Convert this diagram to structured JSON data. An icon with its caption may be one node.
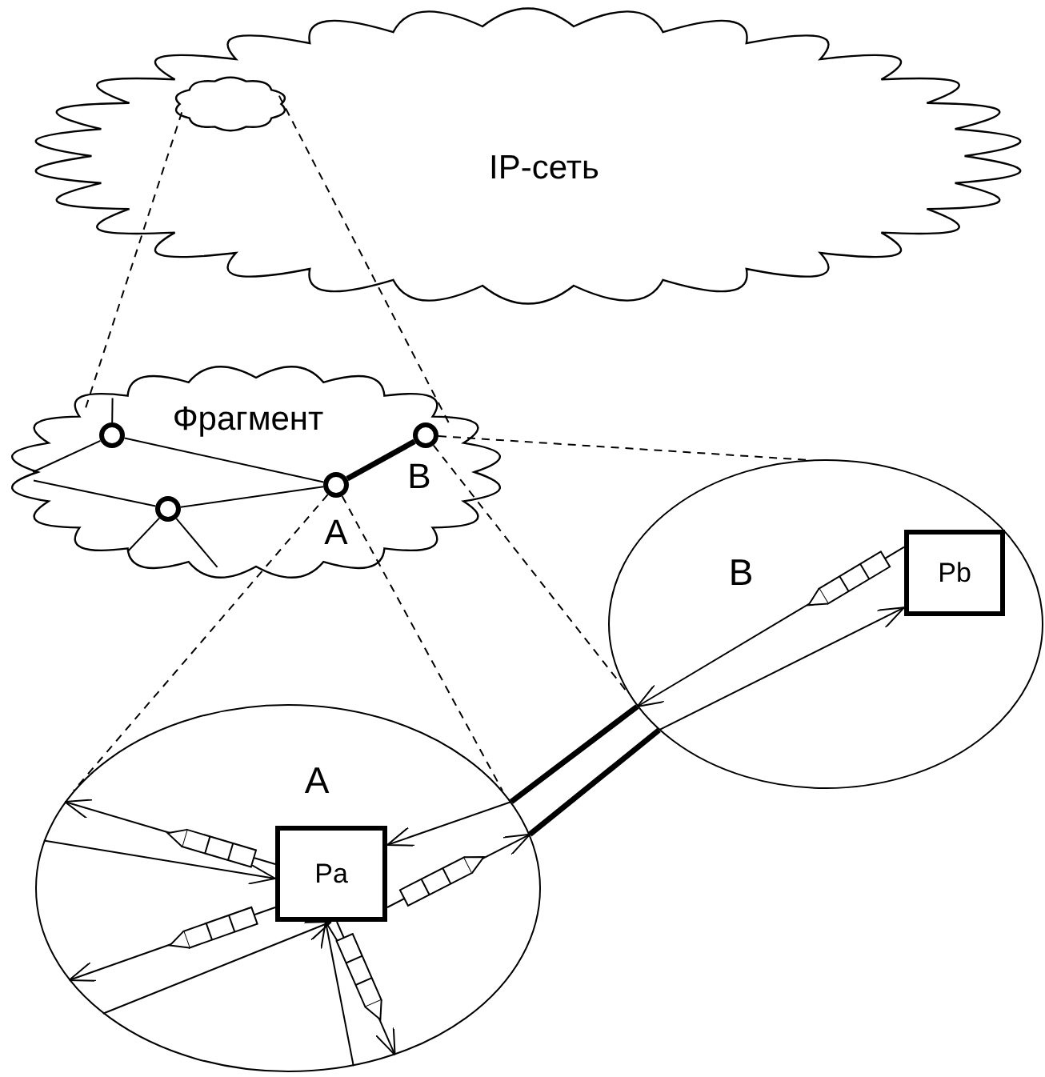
{
  "diagram": {
    "nodes": [
      {
        "text": [
          "IP-сеть"
        ]
      },
      {
        "text": [],
        "shape": "cloud",
        "in": 0
      },
      {
        "text": [
          "Фрагмент"
        ]
      },
      {
        "text": [],
        "shape": "circle",
        "in": 2
      },
      {
        "text": [],
        "shape": "circle",
        "in": 2
      },
      {
        "text": [],
        "shape": "circle",
        "in": 2,
        "beside": [
          "A"
        ]
      },
      {
        "text": [],
        "shape": "circle",
        "in": 2,
        "beside": [
          "B"
        ]
      },
      {
        "text": [
          "B"
        ]
      },
      {
        "text": [
          "Pb"
        ],
        "in": 7
      },
      {
        "text": [
          "A"
        ]
      },
      {
        "text": [
          "Pa"
        ],
        "in": 9
      }
    ],
    "edges": [
      {
        "from": 1,
        "to": 2,
        "arrow": "none",
        "style": "dashed"
      },
      {
        "from": 1,
        "to": 2,
        "arrow": "none",
        "style": "dashed"
      },
      {
        "from": 3,
        "to": 5,
        "arrow": "none"
      },
      {
        "from": 4,
        "to": 5,
        "arrow": "none"
      },
      {
        "from": 3,
        "to": 2,
        "arrow": "none"
      },
      {
        "from": 3,
        "to": 2,
        "arrow": "none"
      },
      {
        "from": 4,
        "to": 2,
        "arrow": "none"
      },
      {
        "from": 4,
        "to": 2,
        "arrow": "none"
      },
      {
        "from": 4,
        "to": 2,
        "arrow": "none"
      },
      {
        "from": 5,
        "to": 6,
        "arrow": "none",
        "style": "thick"
      },
      {
        "from": 5,
        "to": 9,
        "arrow": "none",
        "style": "dashed"
      },
      {
        "from": 5,
        "to": 9,
        "arrow": "none",
        "style": "dashed"
      },
      {
        "from": 6,
        "to": 7,
        "arrow": "none",
        "style": "dashed"
      },
      {
        "from": 6,
        "to": 7,
        "arrow": "none",
        "style": "dashed"
      },
      {
        "from": 9,
        "to": 7,
        "arrow": "none",
        "style": "thick"
      },
      {
        "from": 9,
        "to": 7,
        "arrow": "none",
        "style": "thick"
      },
      {
        "from": 10,
        "to": 9,
        "arrow": "to"
      },
      {
        "from": 9,
        "to": 10,
        "arrow": "to"
      },
      {
        "from": 10,
        "to": 9,
        "arrow": "to"
      },
      {
        "from": 9,
        "to": 10,
        "arrow": "to"
      },
      {
        "from": 10,
        "to": 9,
        "arrow": "to"
      },
      {
        "from": 9,
        "to": 10,
        "arrow": "to"
      },
      {
        "from": 9,
        "to": 10,
        "arrow": "to"
      },
      {
        "from": 10,
        "to": 9,
        "arrow": "to"
      },
      {
        "from": 8,
        "to": 7,
        "arrow": "to"
      },
      {
        "from": 7,
        "to": 8,
        "arrow": "to"
      }
    ]
  }
}
